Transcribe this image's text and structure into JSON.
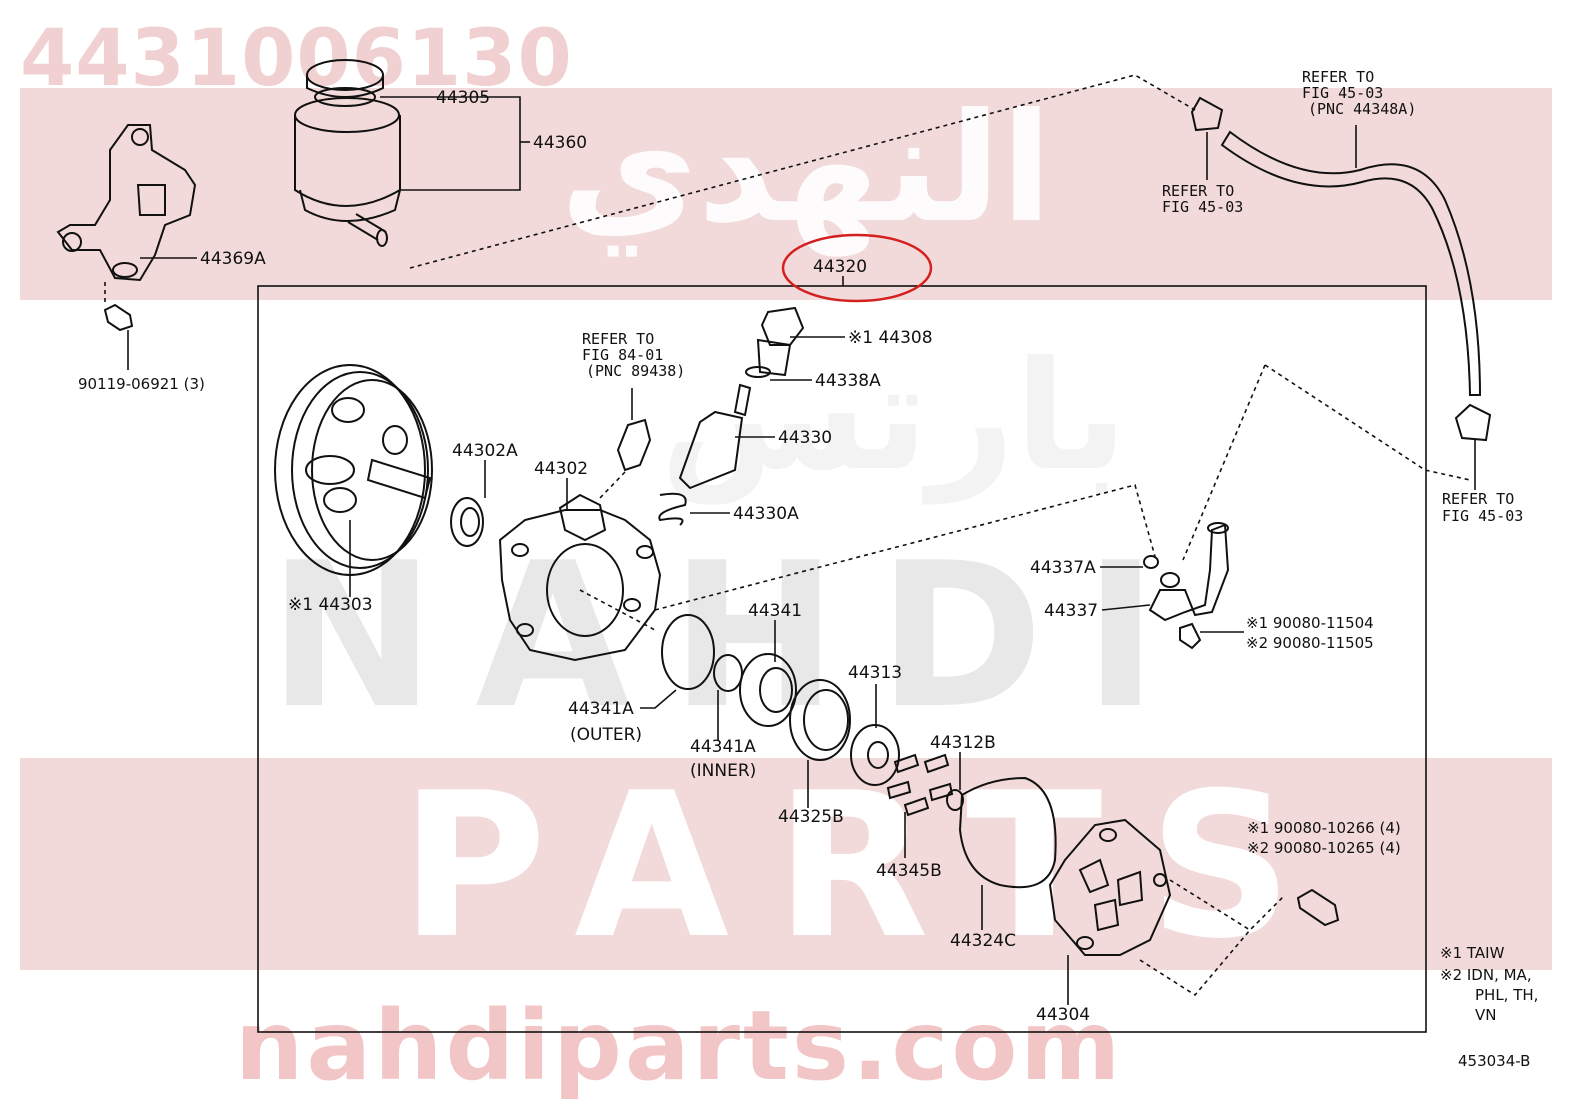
{
  "part_number": "4431006130",
  "watermark": {
    "arabic_top": "النهدي",
    "arabic_mid": "بارتس",
    "latin_mid": "NAHDI",
    "latin_low": "PARTS",
    "url": "nahdiparts.com"
  },
  "colors": {
    "watermark_band": "#f3dada",
    "highlight_ellipse": "#d42020",
    "line": "#111111"
  },
  "labels": {
    "p44305": "44305",
    "p44360": "44360",
    "p44369A": "44369A",
    "p90119": "90119-06921 (3)",
    "p44320": "44320",
    "p44308": "※1 44308",
    "p44338A": "44338A",
    "p44330": "44330",
    "p44330A": "44330A",
    "p44302A": "44302A",
    "p44302": "44302",
    "p44303": "※1 44303",
    "p44341": "44341",
    "p44341A_outer": "44341A",
    "outer": "(OUTER)",
    "p44341A_inner": "44341A",
    "inner": "(INNER)",
    "p44313": "44313",
    "p44312B": "44312B",
    "p44325B": "44325B",
    "p44345B": "44345B",
    "p44324C": "44324C",
    "p44304": "44304",
    "p44337A": "44337A",
    "p44337": "44337",
    "bolt1": "※1 90080-11504",
    "bolt2": "※2 90080-11505",
    "bolt3": "※1  90080-10266 (4)",
    "bolt4": "※2  90080-10265 (4)"
  },
  "refers": {
    "r1_l1": "REFER TO",
    "r1_l2": "FIG 45-03",
    "r1_l3": "(PNC 44348A)",
    "r2_l1": "REFER TO",
    "r2_l2": "FIG 45-03",
    "r3_l1": "REFER TO",
    "r3_l2": "FIG 45-03",
    "r4_l1": "REFER TO",
    "r4_l2": "FIG 84-01",
    "r4_l3": "(PNC 89438)"
  },
  "notes": {
    "n1": "※1 TAIW",
    "n2": "※2 IDN, MA,",
    "n3": "PHL, TH,",
    "n4": "VN",
    "figure_code": "453034-B"
  }
}
